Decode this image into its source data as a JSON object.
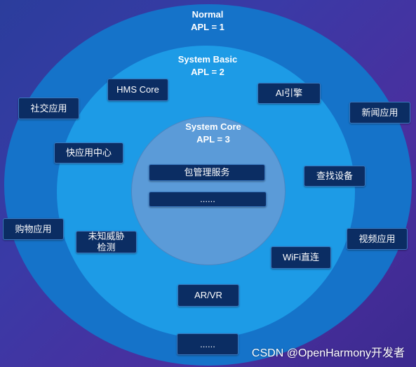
{
  "rings": {
    "normal": {
      "title": "Normal",
      "level": "APL = 1"
    },
    "basic": {
      "title": "System Basic",
      "level": "APL = 2"
    },
    "core": {
      "title": "System Core",
      "level": "APL = 3"
    }
  },
  "core_apps": [
    "包管理服务",
    "......"
  ],
  "basic_apps": [
    "HMS Core",
    "AI引擎",
    "快应用中心",
    "查找设备",
    "未知威胁\n检测",
    "WiFi直连",
    "AR/VR"
  ],
  "normal_apps": [
    "社交应用",
    "新闻应用",
    "购物应用",
    "视频应用",
    "......"
  ],
  "watermark": "CSDN @OpenHarmony开发者"
}
